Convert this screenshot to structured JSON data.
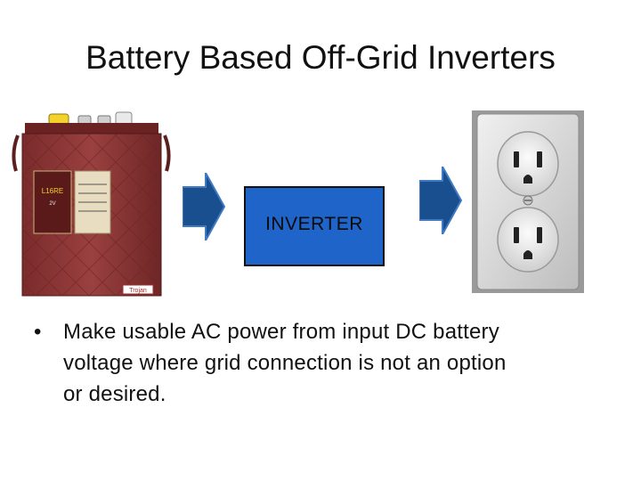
{
  "slide": {
    "title": "Battery Based Off-Grid Inverters",
    "inverter_label": "INVERTER",
    "bullets": [
      {
        "lines": [
          "Make usable AC power from input DC battery",
          "voltage where grid connection is not an option",
          "or desired."
        ]
      }
    ]
  },
  "battery": {
    "brand": "Trojan",
    "model": "L16RE-2V",
    "label_text": "2 VOLT"
  },
  "colors": {
    "arrow": "#1a4f8f",
    "inverter_fill": "#1f64c8",
    "battery_case": "#8b3535",
    "outlet_plate": "#e0e0e0"
  }
}
